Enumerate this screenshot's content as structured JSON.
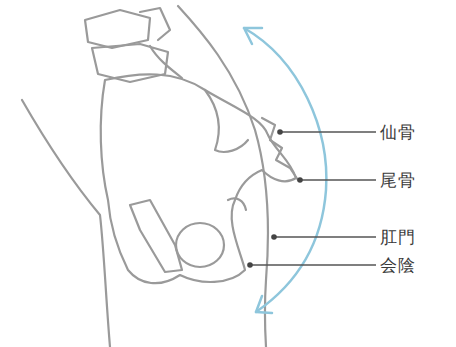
{
  "diagram": {
    "labels": [
      "仙骨",
      "尾骨",
      "肛門",
      "会陰"
    ]
  }
}
